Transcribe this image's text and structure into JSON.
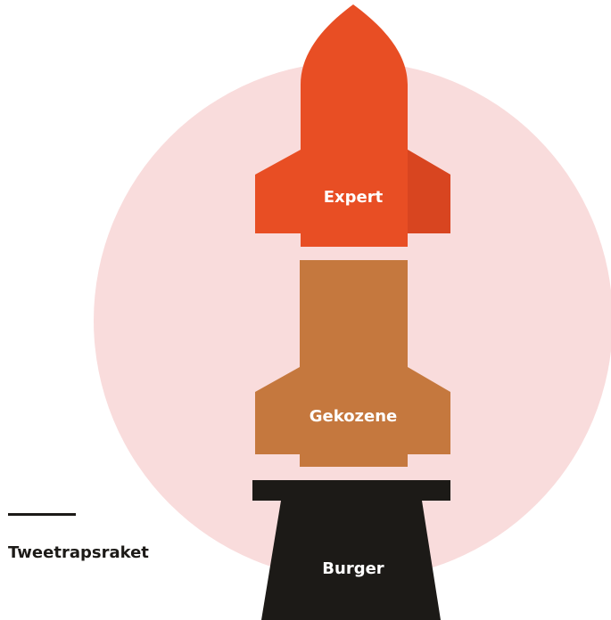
{
  "caption": {
    "text": "Tweetrapsraket"
  },
  "stages": {
    "expert": {
      "label": "Expert"
    },
    "gekozene": {
      "label": "Gekozene"
    },
    "burger": {
      "label": "Burger"
    }
  },
  "colors": {
    "background_circle": "#f9dcdc",
    "expert": "#e84e24",
    "expert_shade": "#d84520",
    "gekozene": "#c5783e",
    "burger": "#1c1a17",
    "caption": "#1c1a17"
  }
}
